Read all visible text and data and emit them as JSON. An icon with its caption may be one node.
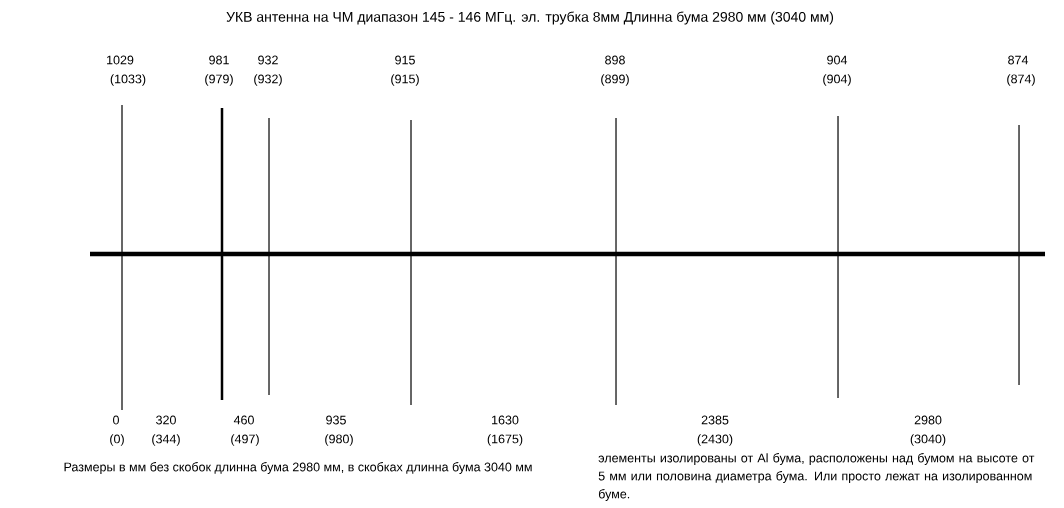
{
  "diagram": {
    "title": "УКВ антенна на ЧМ диапазон 145 - 146 МГц.   эл. трубка 8мм   Длинна бума 2980 мм (3040 мм)",
    "labels": [
      "1029",
      "981",
      "932",
      "915",
      "898",
      "904",
      "874",
      "(1033)",
      "(979)",
      "(932)",
      "(915)",
      "(899)",
      "(904)",
      "(874)",
      "0",
      "320",
      "460",
      "935",
      "1630",
      "2385",
      "2980",
      "(0)",
      "(344)",
      "(497)",
      "(980)",
      "(1675)",
      "(2430)",
      "(3040)",
      "Размеры в мм без скобок длинна бума 2980 мм, в скобках длинна бума 3040 мм",
      "элементы изолированы от Al бума, расположены над бумом на высоте от 5 мм или половина диаметра бума. Или просто лежат на изолированном буме."
    ]
  }
}
